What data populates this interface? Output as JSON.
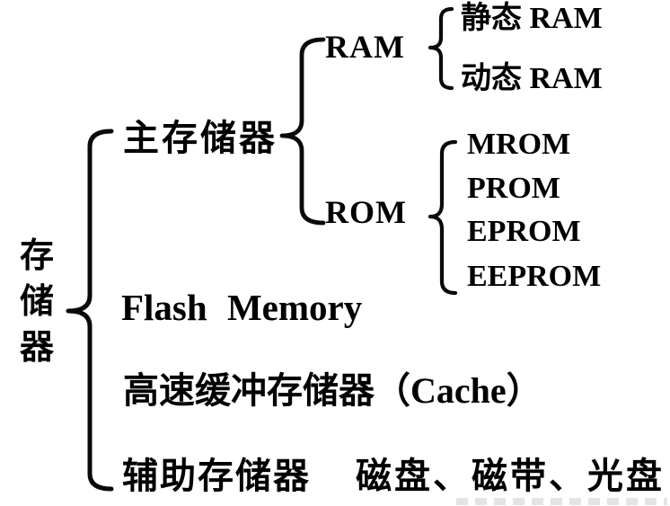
{
  "diagram": {
    "root": "存储器",
    "branches": [
      {
        "label": "主存储器",
        "children": [
          {
            "label": "RAM",
            "children": [
              {
                "label": "静态 RAM"
              },
              {
                "label": "动态 RAM"
              }
            ]
          },
          {
            "label": "ROM",
            "children": [
              {
                "label": "MROM"
              },
              {
                "label": "PROM"
              },
              {
                "label": "EPROM"
              },
              {
                "label": "EEPROM"
              }
            ]
          }
        ]
      },
      {
        "label": "Flash Memory"
      },
      {
        "label": "高速缓冲存储器（Cache）"
      },
      {
        "label": "辅助存储器",
        "note": "磁盘、磁带、光盘"
      }
    ]
  }
}
